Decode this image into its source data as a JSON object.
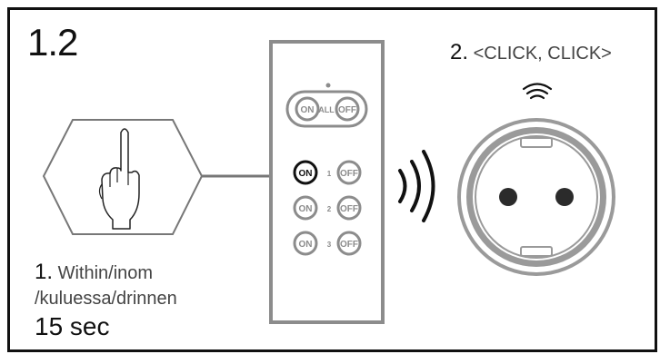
{
  "step_id": "1.2",
  "step1": {
    "number": "1.",
    "text_line1": "Within/inom",
    "text_line2": "/kuluessa/drinnen",
    "duration": "15 sec"
  },
  "step2": {
    "number": "2.",
    "text": "<CLICK, CLICK>"
  },
  "remote": {
    "all_on": "ON",
    "all_label": "ALL",
    "all_off": "OFF",
    "rows": [
      {
        "channel": "1",
        "on": "ON",
        "off": "OFF",
        "on_active": true
      },
      {
        "channel": "2",
        "on": "ON",
        "off": "OFF",
        "on_active": false
      },
      {
        "channel": "3",
        "on": "ON",
        "off": "OFF",
        "on_active": false
      }
    ]
  },
  "colors": {
    "frame": "#111111",
    "gray": "#8c8c8c",
    "light_gray": "#bdbdbd",
    "dark": "#2b2b2b"
  },
  "icons": {
    "finger": "pointing-finger-icon",
    "signal": "radio-waves-icon",
    "wifi": "wifi-icon",
    "socket": "power-socket-icon"
  }
}
